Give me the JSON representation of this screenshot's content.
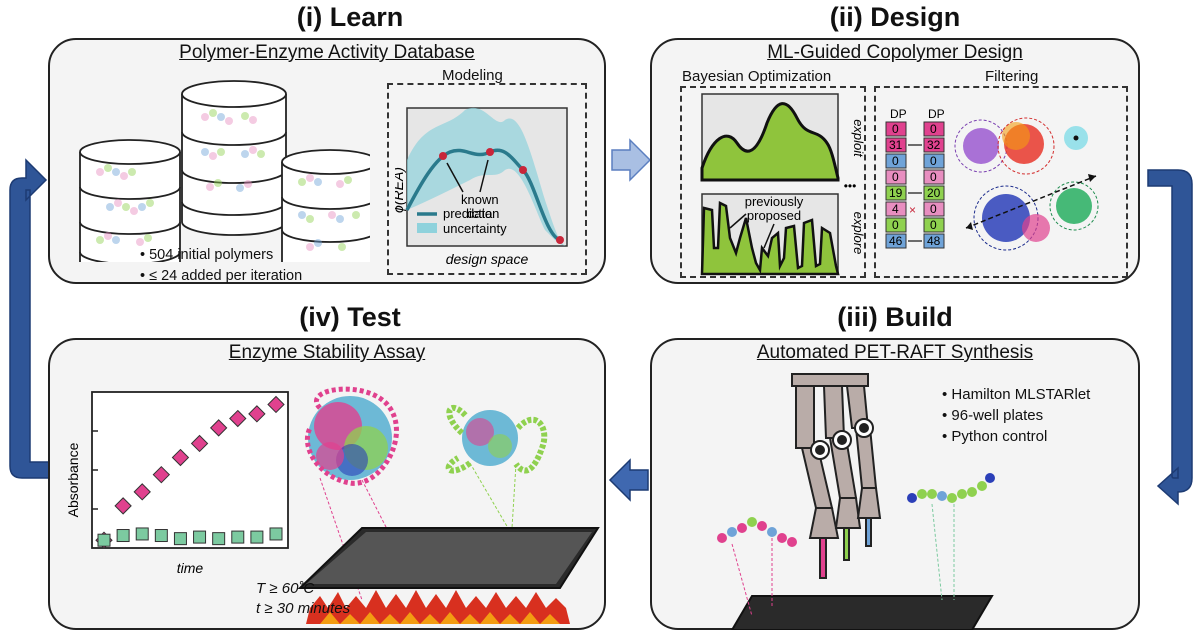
{
  "sections": {
    "learn": "(i) Learn",
    "design": "(ii) Design",
    "build": "(iii) Build",
    "test": "(iv) Test"
  },
  "learn": {
    "title": "Polymer-Enzyme Activity Database",
    "modeling_label": "Modeling",
    "y_axis": "ϕ(REA)",
    "x_axis": "design space",
    "known_data": [
      "known",
      "data"
    ],
    "legend_prediction": "prediction",
    "legend_uncertainty": "uncertainty",
    "bullets": [
      "504 initial polymers",
      "≤ 24 added per iteration"
    ]
  },
  "design": {
    "title": "ML-Guided Copolymer Design",
    "bayes_label": "Bayesian Optimization",
    "filtering_label": "Filtering",
    "exploit": "exploit",
    "explore": "explore",
    "previously_proposed": [
      "previously",
      "proposed"
    ],
    "dots": "•••",
    "dp_header": "DP",
    "dp_left": [
      "0",
      "31",
      "0",
      "0",
      "19",
      "4",
      "0",
      "46"
    ],
    "dp_right": [
      "0",
      "32",
      "0",
      "0",
      "20",
      "0",
      "0",
      "48"
    ],
    "dp_colors": [
      "#e0418e",
      "#e0418e",
      "#6fa3d8",
      "#e88ec0",
      "#8fd14f",
      "#e88ec0",
      "#8fd14f",
      "#6fa3d8"
    ]
  },
  "build": {
    "title": "Automated PET-RAFT Synthesis",
    "bullets": [
      "Hamilton MLSTARlet",
      "96-well plates",
      "Python control"
    ]
  },
  "test": {
    "title": "Enzyme Stability Assay",
    "y_axis": "Absorbance",
    "x_axis": "time",
    "temperature": "T ≥ 60˚C",
    "time_cond": "t ≥ 30 minutes"
  },
  "colors": {
    "arrow_blue": "#2f5597",
    "arrow_light": "#a9bfe3",
    "pink": "#e0418e",
    "green": "#8fd14f",
    "teal": "#2a7a8c",
    "mint": "#7ccaa0"
  },
  "chart_data": {
    "type": "scatter",
    "xlabel": "time",
    "ylabel": "Absorbance",
    "series": [
      {
        "values": [
          0.05,
          0.27,
          0.36,
          0.47,
          0.58,
          0.67,
          0.77,
          0.83,
          0.86,
          0.92
        ]
      },
      {
        "values": [
          0.05,
          0.08,
          0.09,
          0.08,
          0.06,
          0.07,
          0.06,
          0.07,
          0.07,
          0.09
        ]
      }
    ]
  }
}
